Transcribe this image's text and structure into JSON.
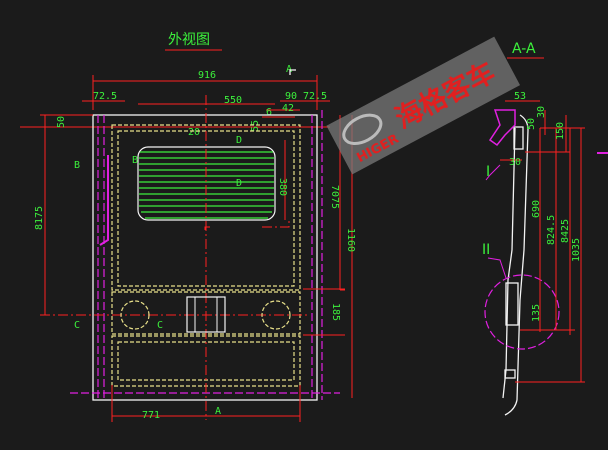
{
  "drawing": {
    "front_view_title": "外视图",
    "section_title": "A-A",
    "colors": {
      "background": "#1b1b1b",
      "dimension": "#ff2020",
      "text": "#3cf03c",
      "outline": "#f4f4f4",
      "hidden": "#e8e08a",
      "auxiliary": "#e020e0"
    },
    "front_dims": {
      "overall_width": "916",
      "left_margin": "72.5",
      "window_width": "550",
      "right_offset": "90",
      "right_margin": "72.5",
      "small_42": "42",
      "small_6": "6",
      "top_50": "50",
      "top_55": "55",
      "center_mark": "20",
      "window_height": "380",
      "height_8175": "8175",
      "height_7075": "7075",
      "height_1160": "1160",
      "height_185": "185",
      "bottom_width": "771"
    },
    "section_marks": {
      "a_top": "A",
      "a_bottom": "A",
      "b_left": "B",
      "b_right": "B",
      "c_left": "C",
      "c_right": "C",
      "d_top": "D",
      "d_mid": "D"
    },
    "section_dims": {
      "top_width": "53",
      "top_30": "30",
      "top_50": "50",
      "top_150": "150",
      "mid_30": "30",
      "h_690": "690",
      "h_824_5": "824.5",
      "h_8425": "8425",
      "h_1035": "1035",
      "h_135": "135"
    },
    "details": {
      "detail_1": "I",
      "detail_2": "II"
    },
    "watermark": {
      "logo_text": "HIGER",
      "brand_cn": "海格客车"
    }
  }
}
